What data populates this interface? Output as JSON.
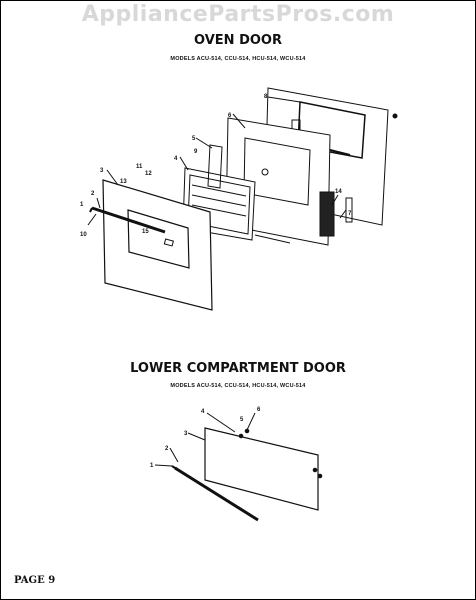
{
  "watermark": "AppliancePartsPros.com",
  "oven_door": {
    "title": "OVEN DOOR",
    "models": "MODELS  ACU-514, CCU-514, HCU-514, WCU-514",
    "callouts": [
      "8",
      "6",
      "5",
      "9",
      "4",
      "3",
      "11",
      "12",
      "13",
      "2",
      "1",
      "10",
      "15",
      "14",
      "7"
    ]
  },
  "lower_door": {
    "title": "LOWER COMPARTMENT DOOR",
    "models": "MODELS  ACU-514, CCU-514, HCU-514, WCU-514",
    "callouts": [
      "4",
      "6",
      "5",
      "3",
      "2",
      "1"
    ]
  },
  "page_label": "PAGE 9"
}
